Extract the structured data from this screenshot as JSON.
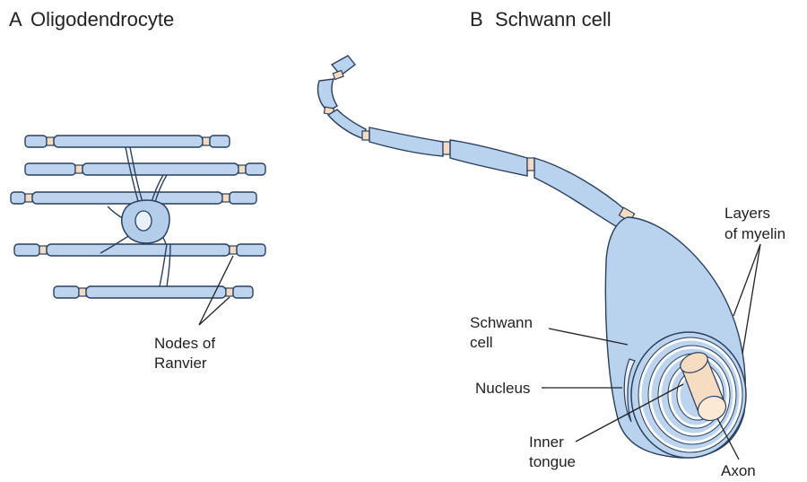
{
  "panels": {
    "a": {
      "letter": "A",
      "title": "Oligodendrocyte"
    },
    "b": {
      "letter": "B",
      "title": "Schwann cell"
    }
  },
  "labels": {
    "nodes_of_ranvier_line1": "Nodes of",
    "nodes_of_ranvier_line2": "Ranvier",
    "layers_of_myelin_line1": "Layers",
    "layers_of_myelin_line2": "of myelin",
    "schwann_cell_line1": "Schwann",
    "schwann_cell_line2": "cell",
    "nucleus": "Nucleus",
    "inner_tongue_line1": "Inner",
    "inner_tongue_line2": "tongue",
    "axon": "Axon"
  },
  "colors": {
    "myelin": "#bcd4ee",
    "node": "#f4dcc2",
    "axon": "#f6dcc0",
    "outline": "#2b3f5e"
  }
}
